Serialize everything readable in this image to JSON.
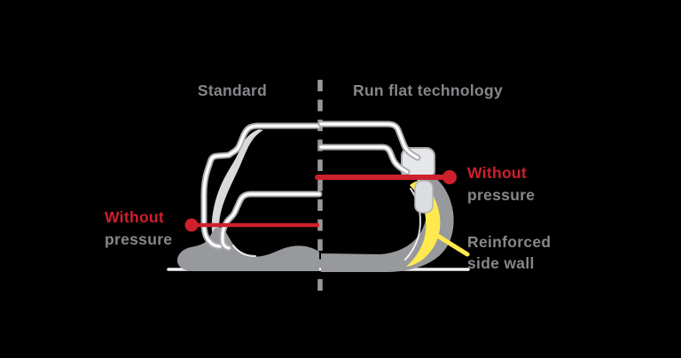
{
  "titles": {
    "left": "Standard",
    "right": "Run flat technology"
  },
  "labels": {
    "left_pressure": {
      "line1": "Without",
      "line2": "pressure"
    },
    "right_pressure": {
      "line1": "Without",
      "line2": "pressure"
    },
    "reinforced": {
      "line1": "Reinforced",
      "line2": "side wall"
    }
  },
  "colors": {
    "background": "#000000",
    "red": "#ce202d",
    "gray_text": "#85878a",
    "tire_gray": "#97999c",
    "light_fill": "#d8d9db",
    "flange_fill": "#e6e7e9",
    "tab_fill": "#dcdde0",
    "outline_edge": "#a9abae",
    "outline_core": "#ffffff",
    "yellow": "#ffe94f",
    "ground": "#f2f2f3",
    "dash_gray": "#98999c"
  }
}
